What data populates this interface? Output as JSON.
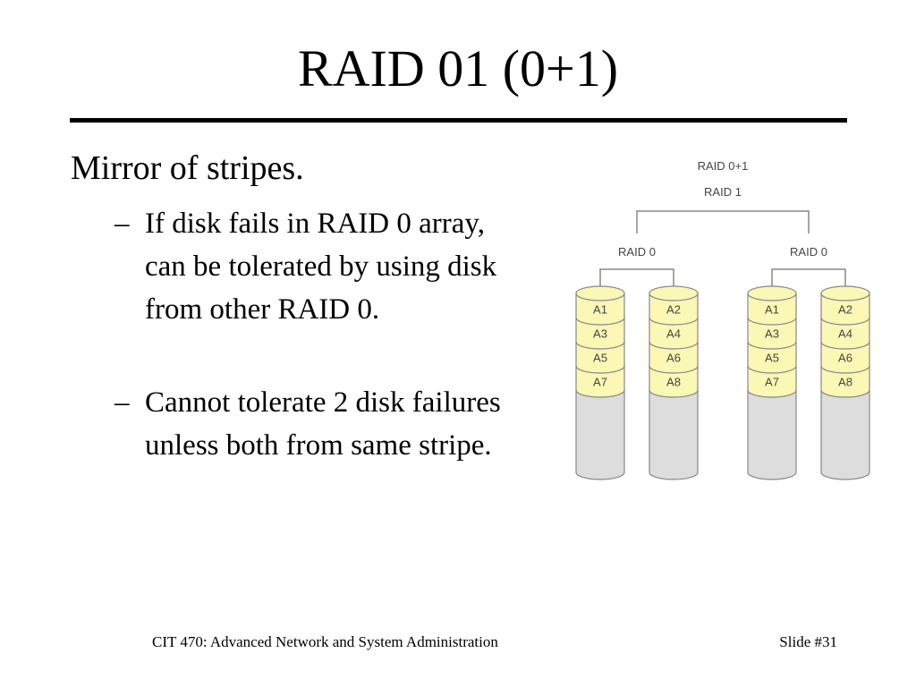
{
  "slide": {
    "title": "RAID 01 (0+1)",
    "bullet": "Mirror of stripes.",
    "sub_bullets": [
      {
        "dash": "–",
        "text": "If disk fails in RAID 0 array, can be tolerated by using disk from other RAID 0."
      },
      {
        "dash": "–",
        "text": "Cannot tolerate 2 disk failures unless both from same stripe."
      }
    ]
  },
  "diagram": {
    "top_label_1": "RAID 0+1",
    "top_label_2": "RAID 1",
    "groups": [
      {
        "label": "RAID 0",
        "disks": [
          [
            "A1",
            "A3",
            "A5",
            "A7"
          ],
          [
            "A2",
            "A4",
            "A6",
            "A8"
          ]
        ]
      },
      {
        "label": "RAID 0",
        "disks": [
          [
            "A1",
            "A3",
            "A5",
            "A7"
          ],
          [
            "A2",
            "A4",
            "A6",
            "A8"
          ]
        ]
      }
    ],
    "colors": {
      "block_fill": "#fbf7b4",
      "empty_fill": "#dddddd",
      "stroke": "#888888",
      "text": "#444444"
    }
  },
  "footer": {
    "course": "CIT 470: Advanced Network and System Administration",
    "slide_number": "Slide #31"
  }
}
